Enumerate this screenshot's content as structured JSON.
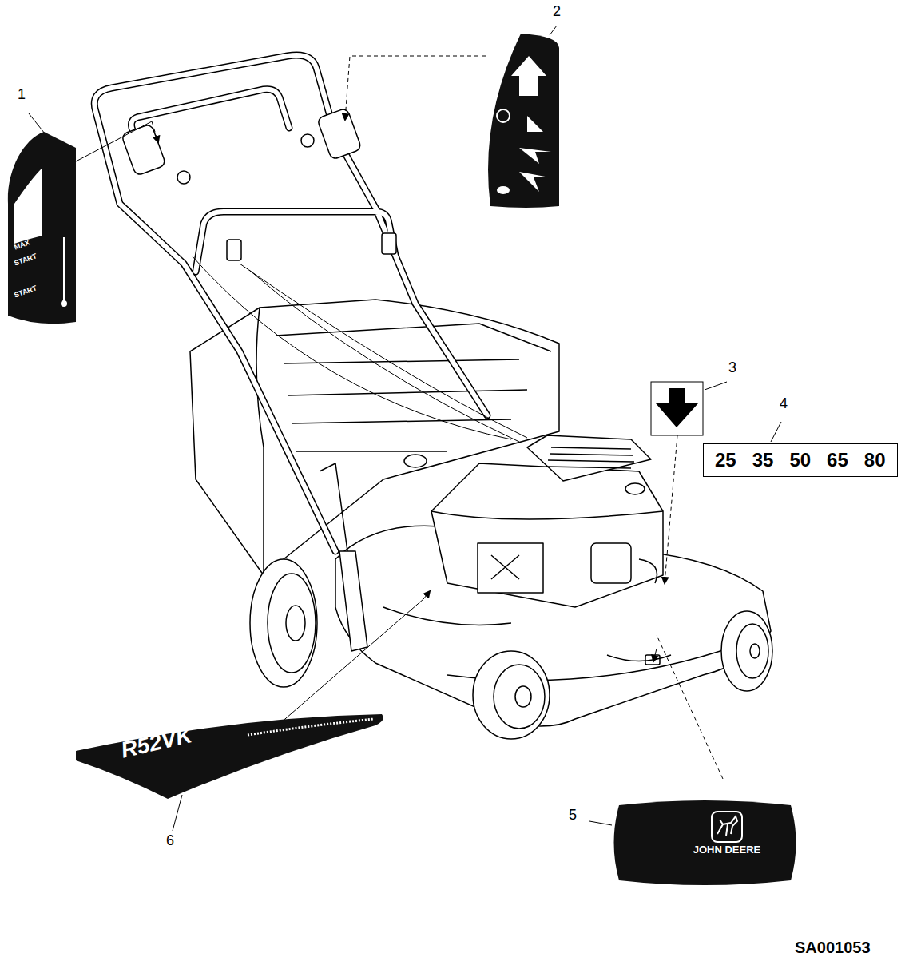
{
  "diagram": {
    "nodes": [
      {
        "text": [
          "MAX",
          "START",
          "START"
        ]
      },
      {
        "text": [
          "25",
          "35",
          "50",
          "65",
          "80"
        ]
      },
      {
        "text": [
          "JOHN DEERE"
        ]
      },
      {
        "text": [
          "R52VK"
        ]
      }
    ],
    "labels": [
      "1",
      "2",
      "3",
      "4",
      "5",
      "6",
      "SA001053"
    ]
  }
}
